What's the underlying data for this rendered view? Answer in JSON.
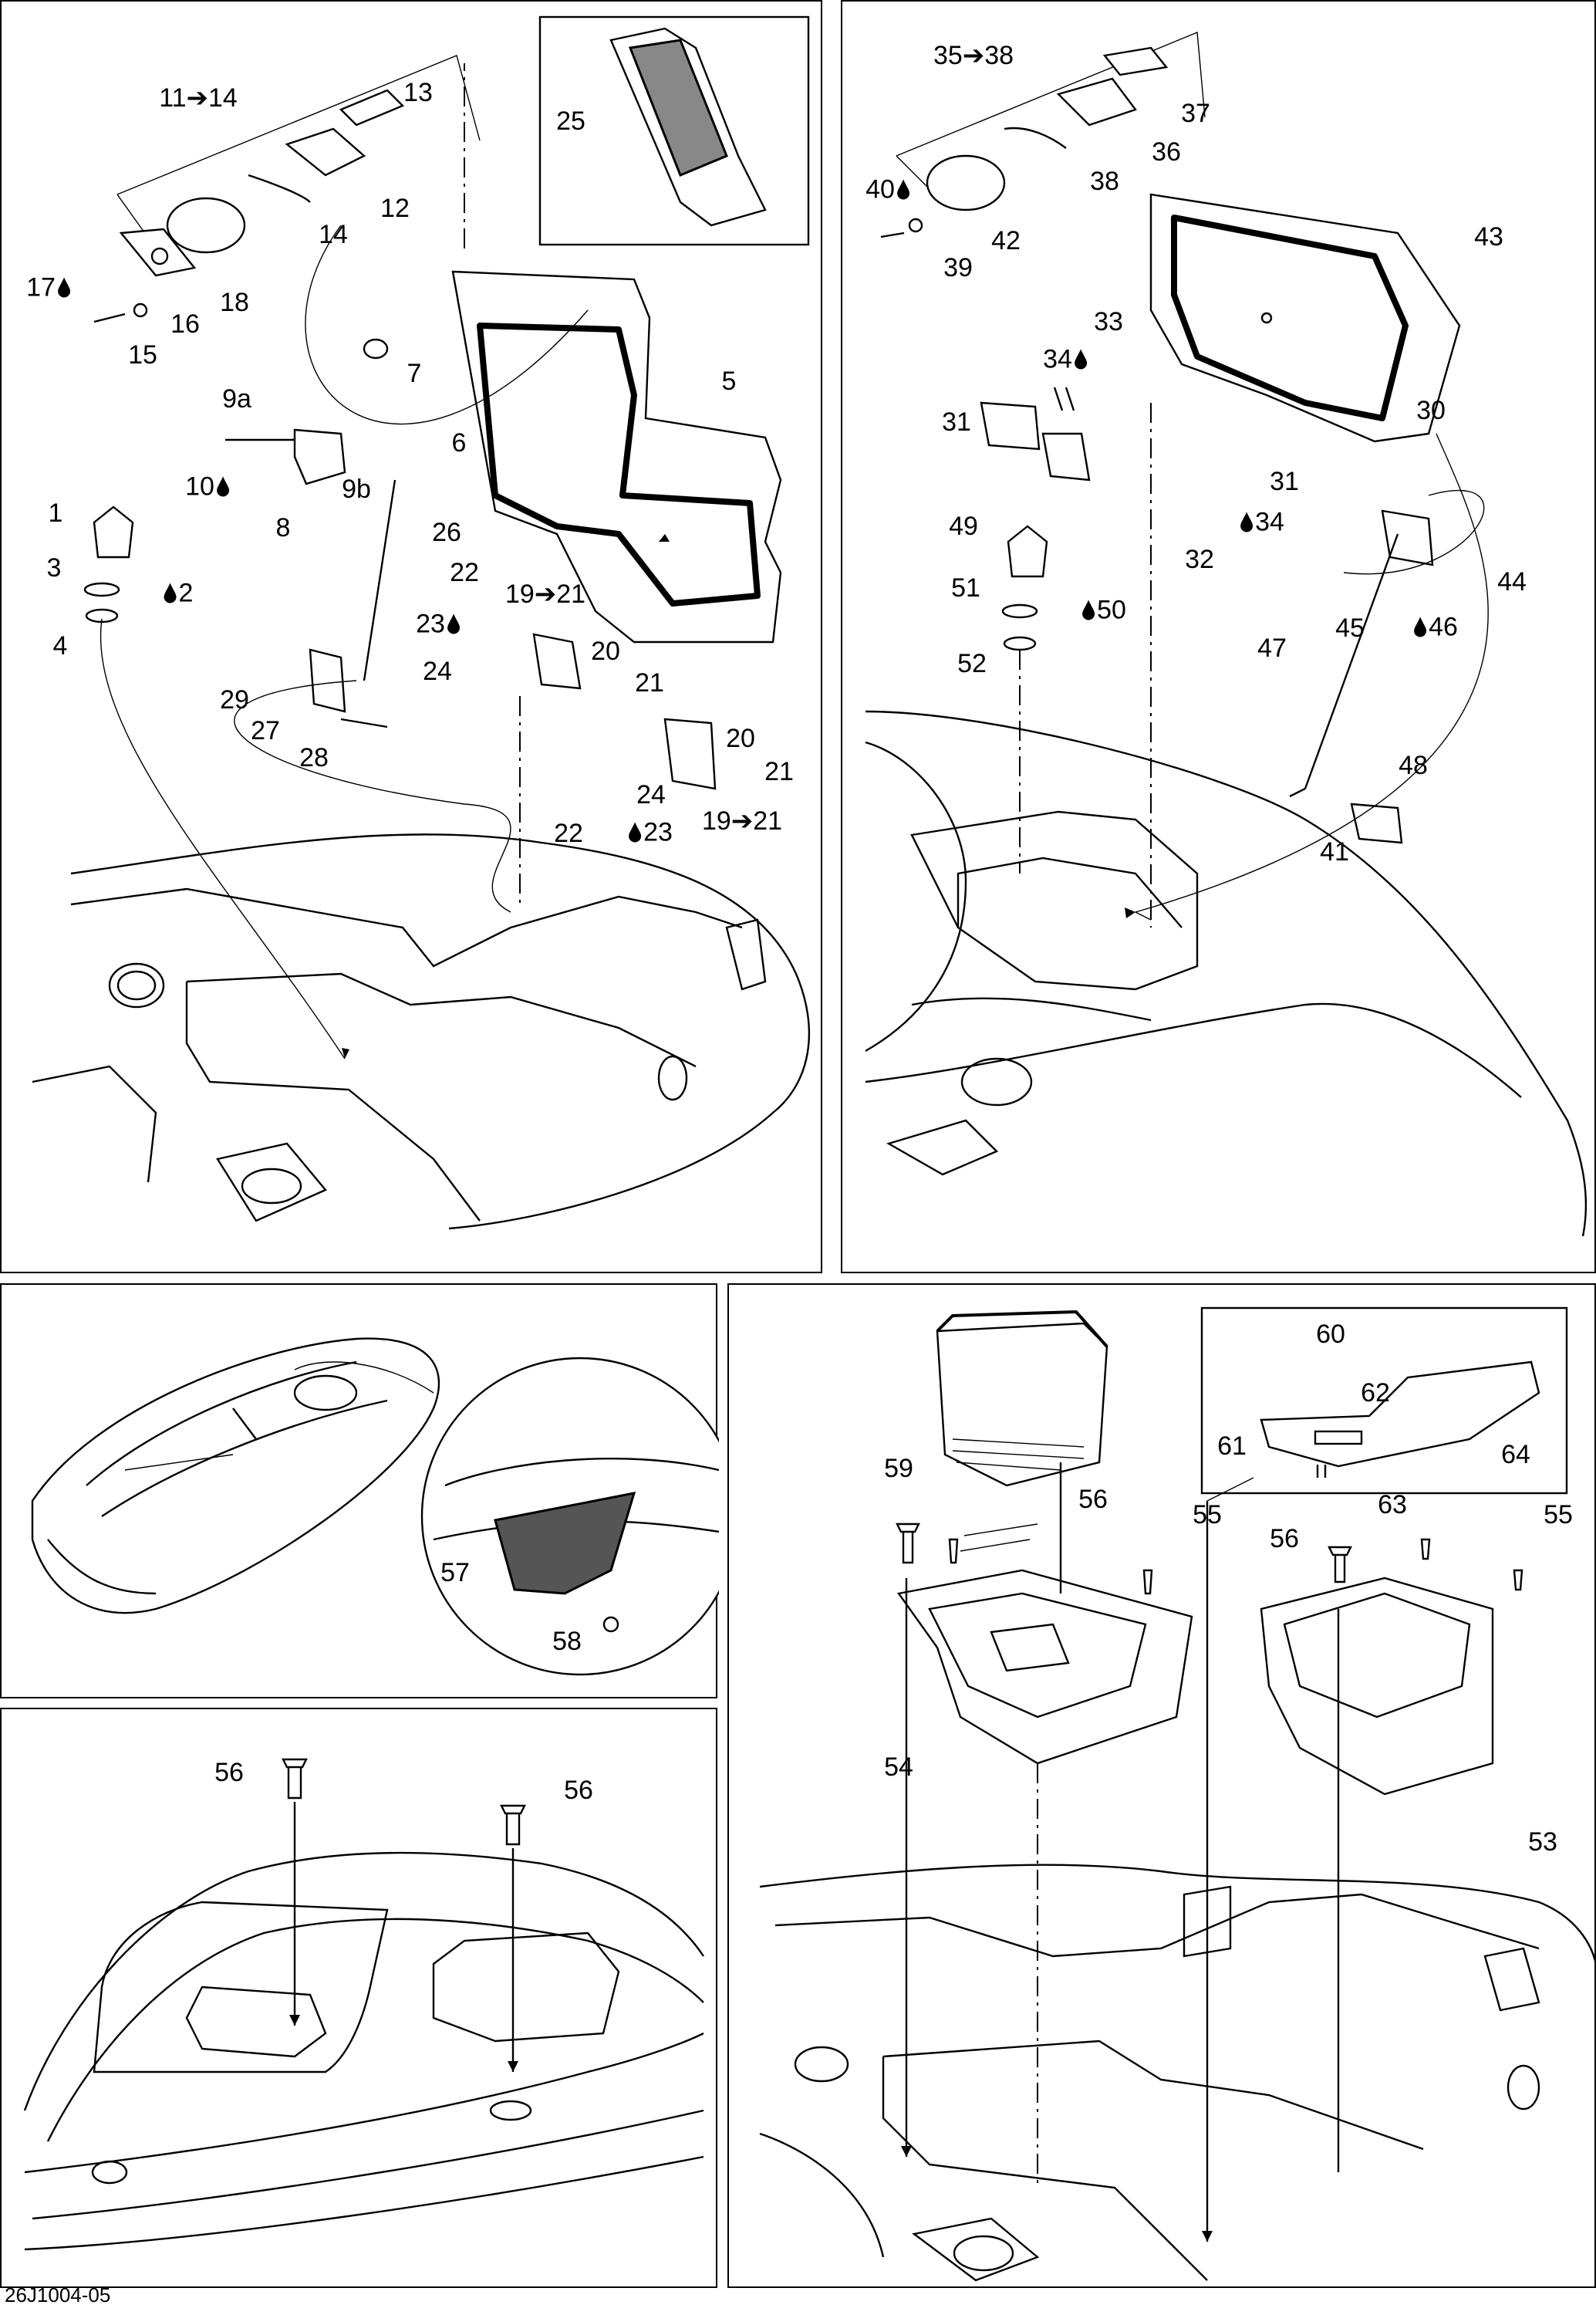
{
  "figure_id": "26J1004-05",
  "panels": {
    "top_left": {
      "callouts": [
        {
          "id": "c-11-14",
          "text": "11➔14"
        },
        {
          "id": "c-13",
          "text": "13"
        },
        {
          "id": "c-12",
          "text": "12"
        },
        {
          "id": "c-14",
          "text": "14"
        },
        {
          "id": "c-18",
          "text": "18"
        },
        {
          "id": "c-17",
          "text": "17",
          "drop": true
        },
        {
          "id": "c-16",
          "text": "16"
        },
        {
          "id": "c-15",
          "text": "15"
        },
        {
          "id": "c-25",
          "text": "25"
        },
        {
          "id": "c-5",
          "text": "5"
        },
        {
          "id": "c-6",
          "text": "6"
        },
        {
          "id": "c-7",
          "text": "7"
        },
        {
          "id": "c-9a",
          "text": "9a"
        },
        {
          "id": "c-10",
          "text": "10",
          "drop": true
        },
        {
          "id": "c-9b",
          "text": "9b"
        },
        {
          "id": "c-8",
          "text": "8"
        },
        {
          "id": "c-26",
          "text": "26"
        },
        {
          "id": "c-1",
          "text": "1"
        },
        {
          "id": "c-3",
          "text": "3"
        },
        {
          "id": "c-2",
          "text": "2",
          "drop_before": true
        },
        {
          "id": "c-4",
          "text": "4"
        },
        {
          "id": "c-22a",
          "text": "22"
        },
        {
          "id": "c-23a",
          "text": "23",
          "drop": true
        },
        {
          "id": "c-19-21a",
          "text": "19➔21"
        },
        {
          "id": "c-24a",
          "text": "24"
        },
        {
          "id": "c-20a",
          "text": "20"
        },
        {
          "id": "c-21a",
          "text": "21"
        },
        {
          "id": "c-29",
          "text": "29"
        },
        {
          "id": "c-27",
          "text": "27"
        },
        {
          "id": "c-28",
          "text": "28"
        },
        {
          "id": "c-20b",
          "text": "20"
        },
        {
          "id": "c-21b",
          "text": "21"
        },
        {
          "id": "c-24b",
          "text": "24"
        },
        {
          "id": "c-22b",
          "text": "22"
        },
        {
          "id": "c-23b",
          "text": "23",
          "drop_before": true
        },
        {
          "id": "c-19-21b",
          "text": "19➔21"
        }
      ]
    },
    "top_right": {
      "callouts": [
        {
          "id": "c-35-38",
          "text": "35➔38"
        },
        {
          "id": "c-37",
          "text": "37"
        },
        {
          "id": "c-36",
          "text": "36"
        },
        {
          "id": "c-38",
          "text": "38"
        },
        {
          "id": "c-40",
          "text": "40",
          "drop": true
        },
        {
          "id": "c-42",
          "text": "42"
        },
        {
          "id": "c-39",
          "text": "39"
        },
        {
          "id": "c-43",
          "text": "43"
        },
        {
          "id": "c-33",
          "text": "33"
        },
        {
          "id": "c-34a",
          "text": "34",
          "drop": true
        },
        {
          "id": "c-30",
          "text": "30"
        },
        {
          "id": "c-31a",
          "text": "31"
        },
        {
          "id": "c-31b",
          "text": "31"
        },
        {
          "id": "c-34b",
          "text": "34",
          "drop_before": true
        },
        {
          "id": "c-32",
          "text": "32"
        },
        {
          "id": "c-49",
          "text": "49"
        },
        {
          "id": "c-44",
          "text": "44"
        },
        {
          "id": "c-51",
          "text": "51"
        },
        {
          "id": "c-50",
          "text": "50",
          "drop_before": true
        },
        {
          "id": "c-45",
          "text": "45"
        },
        {
          "id": "c-46",
          "text": "46",
          "drop_before": true
        },
        {
          "id": "c-52",
          "text": "52"
        },
        {
          "id": "c-47",
          "text": "47"
        },
        {
          "id": "c-48",
          "text": "48"
        },
        {
          "id": "c-41",
          "text": "41"
        }
      ]
    },
    "middle_left": {
      "callouts": [
        {
          "id": "c-57",
          "text": "57"
        },
        {
          "id": "c-58",
          "text": "58"
        }
      ]
    },
    "bottom_left": {
      "callouts": [
        {
          "id": "c-56a",
          "text": "56"
        },
        {
          "id": "c-56b",
          "text": "56"
        }
      ]
    },
    "bottom_right": {
      "callouts": [
        {
          "id": "c-60",
          "text": "60"
        },
        {
          "id": "c-62",
          "text": "62"
        },
        {
          "id": "c-61",
          "text": "61"
        },
        {
          "id": "c-64",
          "text": "64"
        },
        {
          "id": "c-63",
          "text": "63"
        },
        {
          "id": "c-59",
          "text": "59"
        },
        {
          "id": "c-56c",
          "text": "56"
        },
        {
          "id": "c-55a",
          "text": "55"
        },
        {
          "id": "c-56d",
          "text": "56"
        },
        {
          "id": "c-55b",
          "text": "55"
        },
        {
          "id": "c-54",
          "text": "54"
        },
        {
          "id": "c-53",
          "text": "53"
        }
      ]
    }
  }
}
